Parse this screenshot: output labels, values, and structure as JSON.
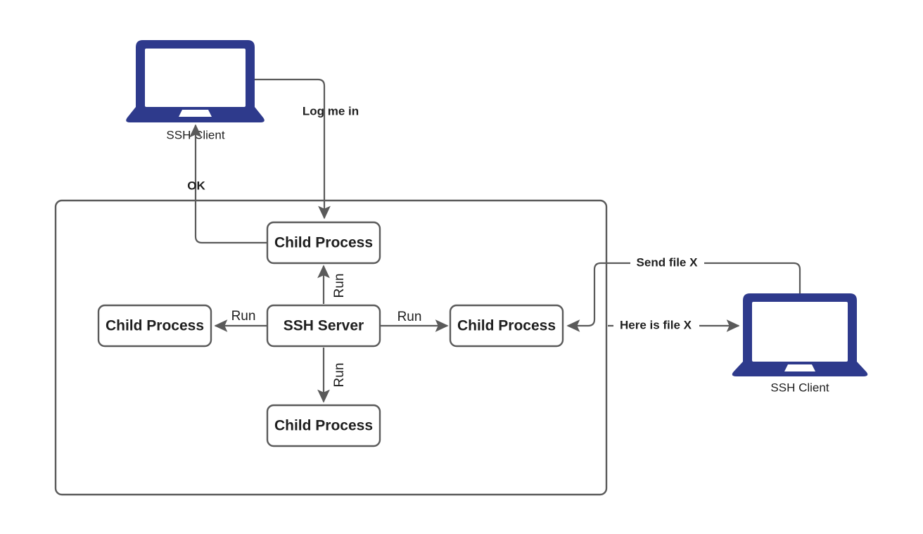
{
  "diagram": {
    "title": "SSH Server multi-client child process diagram",
    "colors": {
      "laptop": "#2e3a8c",
      "stroke": "#5a5a5a",
      "text": "#1f1f1f",
      "background": "#ffffff"
    }
  },
  "nodes": {
    "server": {
      "label": "SSH Server"
    },
    "child_top": {
      "label": "Child Process"
    },
    "child_left": {
      "label": "Child Process"
    },
    "child_right": {
      "label": "Child Process"
    },
    "child_bottom": {
      "label": "Child Process"
    }
  },
  "devices": {
    "client_top": {
      "label": "SSH Client",
      "icon": "laptop-icon"
    },
    "client_right": {
      "label": "SSH Client",
      "icon": "laptop-icon"
    }
  },
  "edges": {
    "log_me_in": {
      "label": "Log me in"
    },
    "ok": {
      "label": "OK"
    },
    "run_up": {
      "label": "Run"
    },
    "run_left": {
      "label": "Run"
    },
    "run_right": {
      "label": "Run"
    },
    "run_down": {
      "label": "Run"
    },
    "send_file": {
      "label": "Send file X"
    },
    "here_is_file": {
      "label": "Here is file X"
    }
  }
}
